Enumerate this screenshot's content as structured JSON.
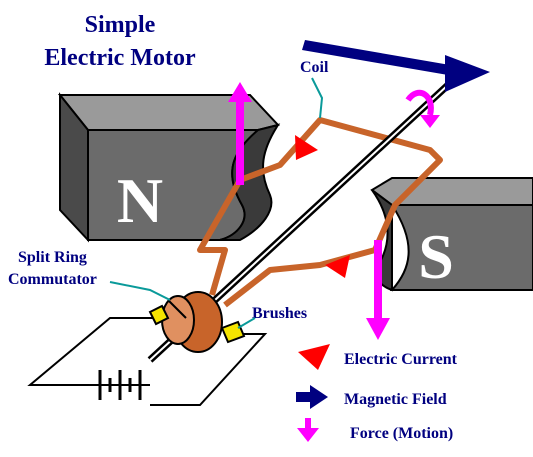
{
  "title": {
    "line1": "Simple",
    "line2": "Electric Motor"
  },
  "labels": {
    "coil": "Coil",
    "north_pole": "N",
    "south_pole": "S",
    "commutator_line1": "Split Ring",
    "commutator_line2": "Commutator",
    "brushes": "Brushes"
  },
  "legend": {
    "items": [
      {
        "icon": "red-triangle-icon",
        "label": "Electric Current",
        "color": "#ff0000"
      },
      {
        "icon": "blue-arrow-icon",
        "label": "Magnetic Field",
        "color": "#000080"
      },
      {
        "icon": "magenta-arrow-icon",
        "label": "Force (Motion)",
        "color": "#ff00ff"
      }
    ]
  },
  "colors": {
    "magnet": "#6b6b6b",
    "magnet_dark": "#3a3a3a",
    "coil": "#c8642a",
    "current": "#ff0000",
    "field": "#000080",
    "force": "#ff00ff",
    "brush": "#f5e400",
    "label_text": "#000080"
  }
}
